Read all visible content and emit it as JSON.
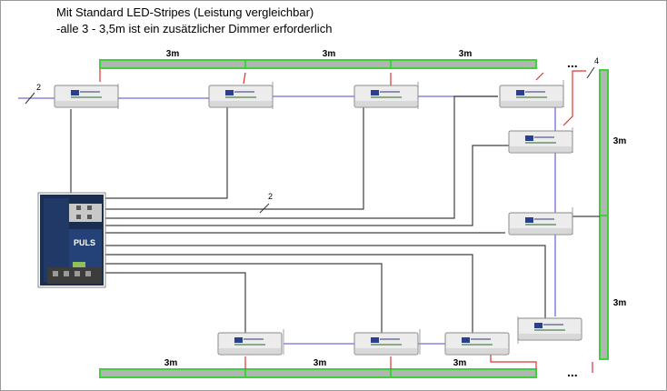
{
  "title": {
    "line1": "Mit Standard LED-Stripes (Leistung vergleichbar)",
    "line2": "-alle 3 - 3,5m ist ein zusätzlicher Dimmer erforderlich"
  },
  "power_supply": {
    "brand": "PULS"
  },
  "strips": {
    "top": [
      "3m",
      "3m",
      "3m"
    ],
    "right": [
      "3m",
      "3m"
    ],
    "bottom": [
      "3m",
      "3m",
      "3m"
    ]
  },
  "cable_counts": {
    "input": "2",
    "bundle": "2",
    "corner": "4"
  },
  "continuation": {
    "top": "...",
    "bottom": "..."
  },
  "colors": {
    "strip_fill": "#b4b4b4",
    "strip_border": "#3ed13e",
    "bus_blue": "#6e6ed8",
    "wire_dark": "#404040",
    "wire_red": "#e03030",
    "module_body": "#ececec"
  },
  "icons": {
    "dimmer": "led-dimmer-module-icon",
    "psu": "din-rail-power-supply-icon"
  }
}
